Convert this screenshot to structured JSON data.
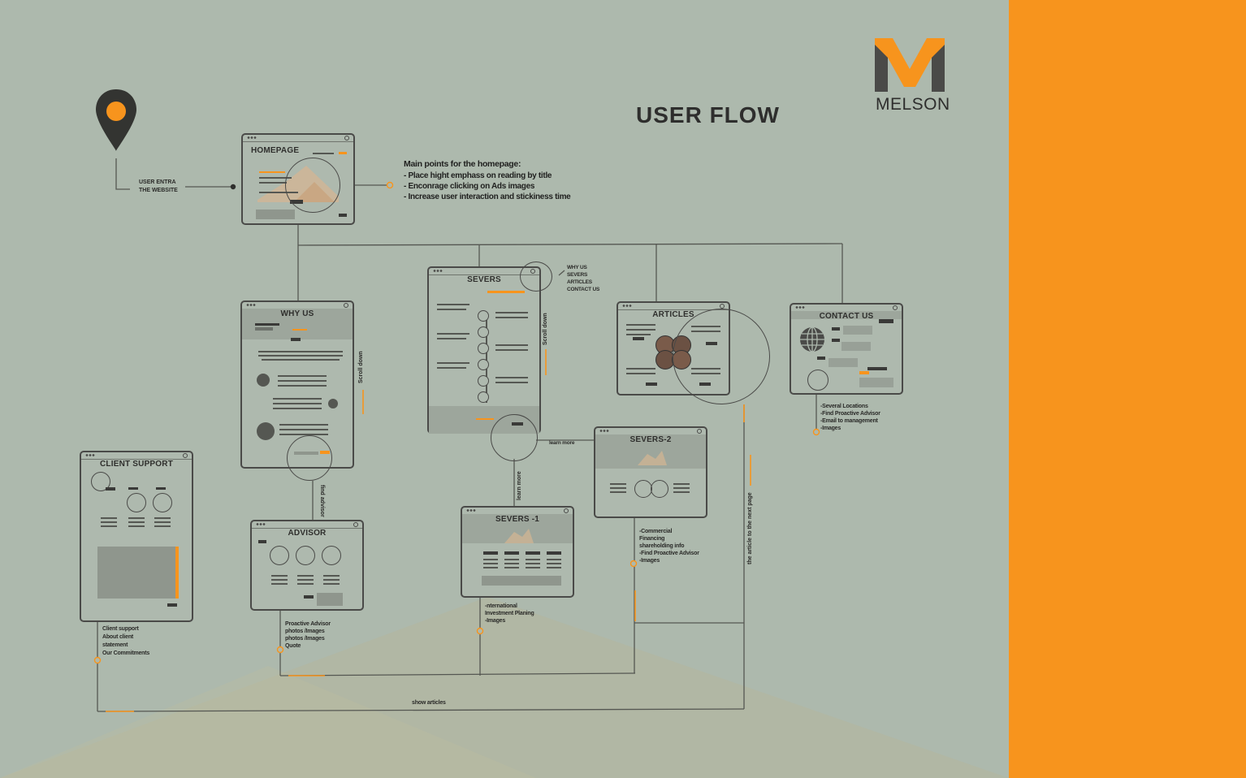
{
  "title": "USER FLOW",
  "logo": {
    "text": "MELSON",
    "icon": "melson-m-logo-icon"
  },
  "colors": {
    "accent": "#f7941d",
    "board": "#adb9ad",
    "ink": "#4a4a48"
  },
  "entry": {
    "icon": "map-pin-icon",
    "label_line1": "USER ENTRA",
    "label_line2": "THE WEBSITE"
  },
  "main_points": {
    "heading": "Main points for the homepage:",
    "items": [
      "- Place hight emphass on reading by title",
      "- Enconrage clicking on Ads images",
      "- Increase user interaction and stickiness time"
    ]
  },
  "screens": {
    "homepage": "HOMEPAGE",
    "why_us": "WHY US",
    "severs": "SEVERS",
    "articles": "ARTICLES",
    "contact_us": "CONTACT US",
    "client_support": "CLIENT SUPPORT",
    "advisor": "ADVISOR",
    "severs_1": "SEVERS  -1",
    "severs_2": "SEVERS-2"
  },
  "severs_menu": [
    "WHY US",
    "SEVERS",
    "ARTICLES",
    "CONTACT US"
  ],
  "labels": {
    "scroll_down_1": "Scroll down",
    "scroll_down_2": "Scroll down",
    "find_advisor": "find advisor",
    "learn_more_h": "learn more",
    "learn_more_v": "learn more",
    "show_articles": "show articles",
    "article_link": "the article to the next page"
  },
  "notes": {
    "contact": [
      "-Several Locations",
      "-Find Proactive Advisor",
      "-Email to management",
      "-Images"
    ],
    "severs2": [
      "-Commercial",
      "Financing",
      "shareholding info",
      "-Find Proactive Advisor",
      "-Images"
    ],
    "severs1": [
      "-nternational",
      "Investment Planing",
      "-Images"
    ],
    "advisor": [
      "Proactive Advisor",
      "photos /Images",
      "photos /Images",
      "Quote"
    ],
    "client": [
      "Client support",
      "About client",
      "statement",
      "Our Commitments"
    ]
  }
}
